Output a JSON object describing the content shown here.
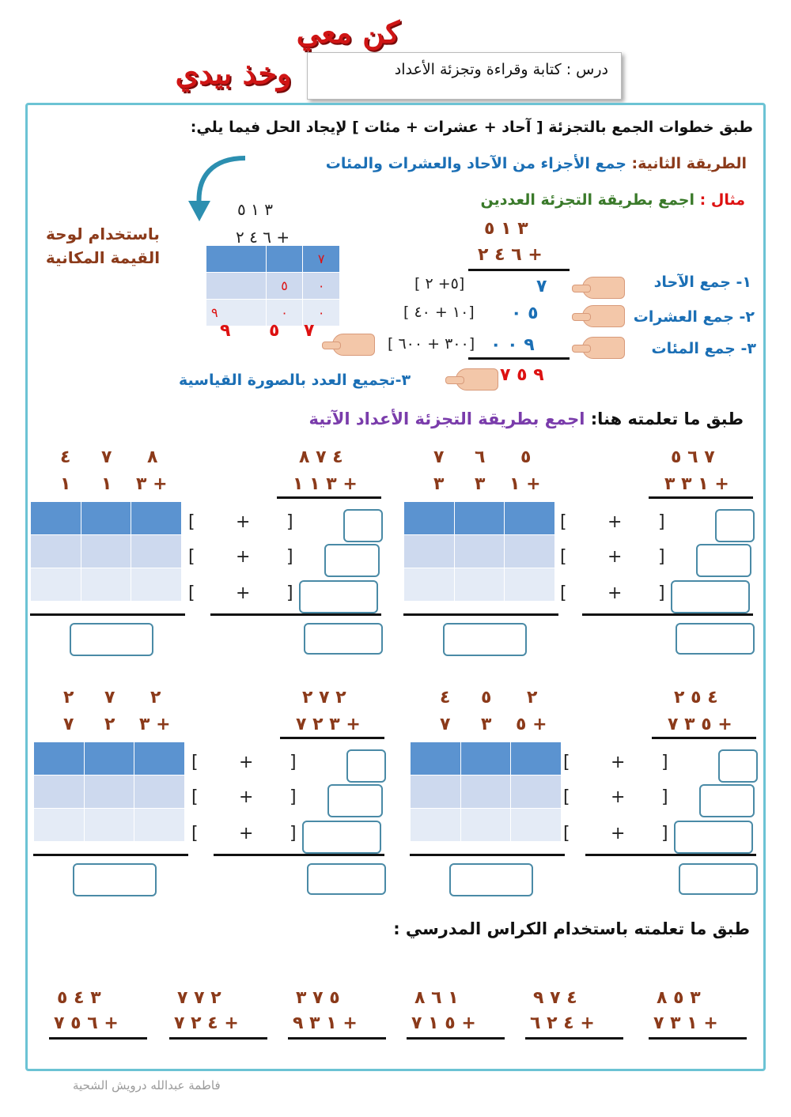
{
  "header": {
    "logo_line1": "كن معي",
    "logo_line2": "وخذ بيدي",
    "lesson_title": "درس : كتابة وقراءة وتجزئة الأعداد"
  },
  "intro": {
    "instruction": "طبق خطوات الجمع بالتجزئة [ آحاد + عشرات + مئات ] لإيجاد الحل فيما يلي:",
    "method_label": "الطريقة الثانية:",
    "method_text": "جمع الأجزاء من الآحاد والعشرات والمئات",
    "example_label": "مثال :",
    "example_text": "اجمع بطريقة التجزئة العددين",
    "pv_label_line1": "باستخدام لوحة",
    "pv_label_line2": "القيمة المكانية"
  },
  "example": {
    "num1": "٣ ١ ٥",
    "num2": "٦ ٤ ٢ +",
    "step1_label": "١- جمع الآحاد",
    "step2_label": "٢- جمع العشرات",
    "step3_label": "٣- جمع المئات",
    "step1_value": "٧",
    "step2_value": "٥ ٠",
    "step3_value": "٩ ٠ ٠",
    "step1_expr": "[ ٥+ ٢]",
    "step2_expr": "[ ١٠ + ٤٠]",
    "step3_expr": "[ ٣٠٠ + ٦٠٠]",
    "result": "٩ ٥ ٧",
    "final_label": "٣-تجميع العدد بالصورة القياسية",
    "pv_num1": "٣ ١ ٥",
    "pv_num2": "٦ ٤ ٢ +",
    "pv_row1": [
      "",
      "",
      "٧"
    ],
    "pv_row2": [
      "",
      "٥",
      "٠"
    ],
    "pv_row3": [
      "٩",
      "٠",
      "٠"
    ],
    "pv_result": [
      "٩",
      "٥",
      "٧"
    ]
  },
  "practice": {
    "heading": "طبق ما تعلمته هنا:",
    "heading_highlight": "اجمع بطريقة التجزئة الأعداد الآتية",
    "problems": [
      {
        "a": "٧ ٦ ٥",
        "b": "١ ٣ ٣ +",
        "pv_a": [
          "٧",
          "٦",
          "٥"
        ],
        "pv_b": [
          "١ +",
          "٣",
          "٣"
        ]
      },
      {
        "a": "٤ ٧ ٨",
        "b": "٣ ١ ١ +",
        "pv_a": [
          "٤",
          "٧",
          "٨"
        ],
        "pv_b": [
          "٣ +",
          "١",
          "١"
        ]
      },
      {
        "a": "٤ ٥ ٢",
        "b": "٥ ٣ ٧ +",
        "pv_a": [
          "٤",
          "٥",
          "٢"
        ],
        "pv_b": [
          "٥ +",
          "٣",
          "٧"
        ]
      },
      {
        "a": "٢ ٧ ٢",
        "b": "٣ ٢ ٧ +",
        "pv_a": [
          "٢",
          "٧",
          "٢"
        ],
        "pv_b": [
          "٣ +",
          "٢",
          "٧"
        ]
      }
    ],
    "bracket_open": "[",
    "bracket_close": "]",
    "plus": "+"
  },
  "textbook": {
    "heading": "طبق ما تعلمته باستخدام الكراس المدرسي :",
    "problems": [
      {
        "a": "٣ ٥ ٨",
        "b": "١ ٣ ٧ +"
      },
      {
        "a": "٤ ٧ ٩",
        "b": "٤ ٢ ٦ +"
      },
      {
        "a": "١ ٦ ٨",
        "b": "٥ ١ ٧ +"
      },
      {
        "a": "٥ ٧ ٣",
        "b": "١ ٣ ٩ +"
      },
      {
        "a": "٢ ٧ ٧",
        "b": "٤ ٢ ٧ +"
      },
      {
        "a": "٣ ٤ ٥",
        "b": "٦ ٥ ٧ +"
      }
    ]
  },
  "footer": {
    "author": "فاطمة عبدالله درويش الشحية"
  }
}
